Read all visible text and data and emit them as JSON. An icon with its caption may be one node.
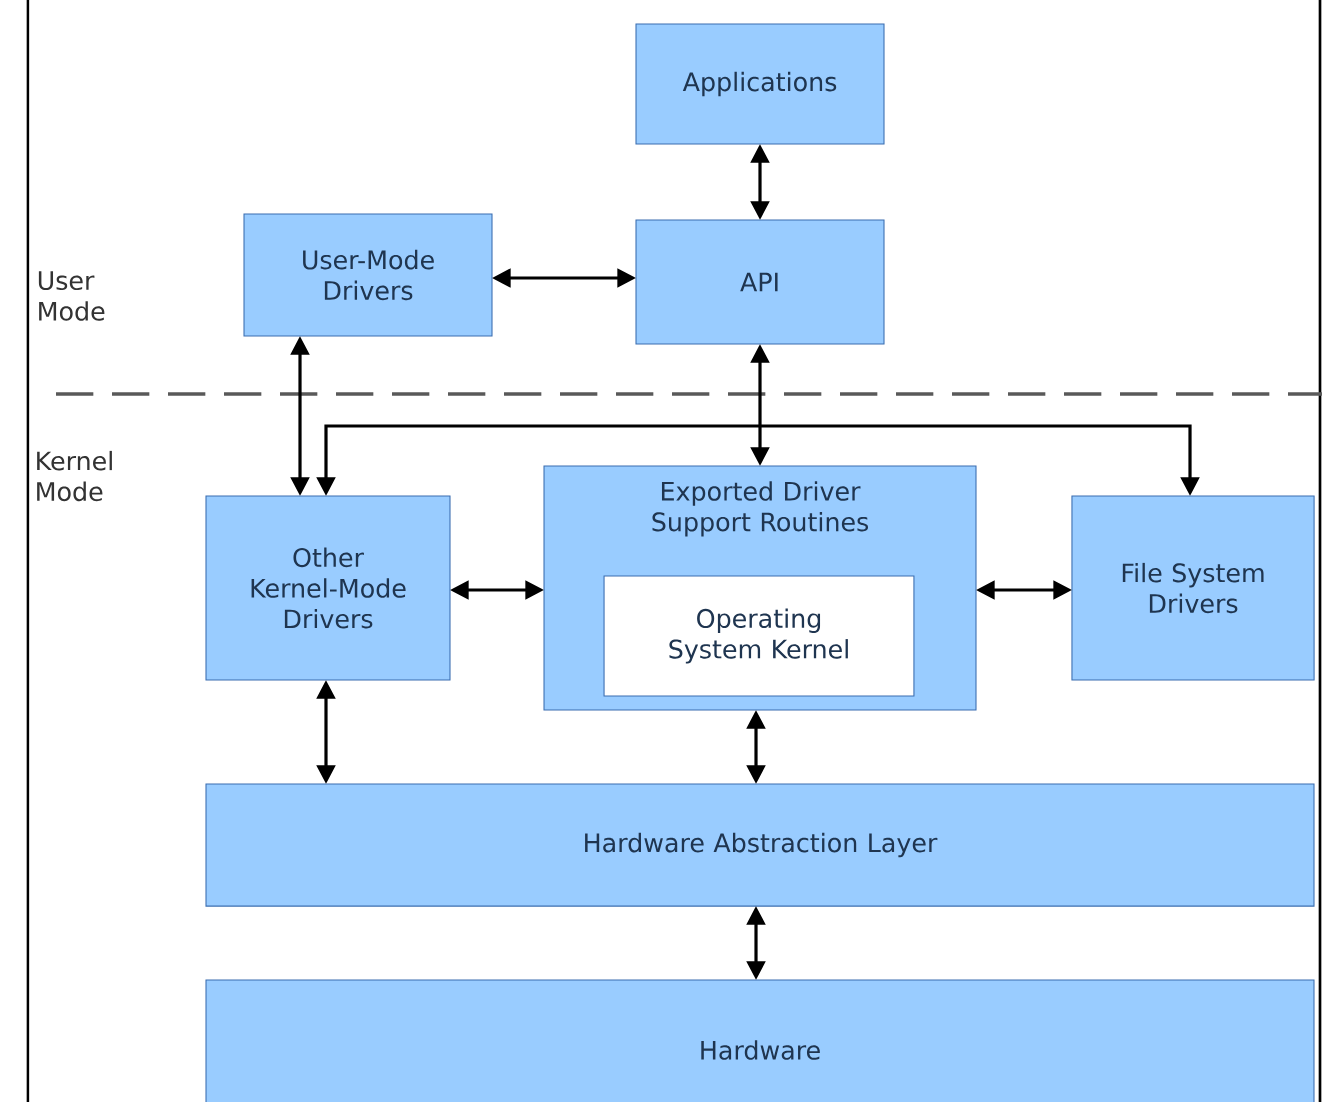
{
  "diagram": {
    "nodes": [
      {
        "text": [
          "Applications"
        ]
      },
      {
        "text": [
          "User-Mode Drivers"
        ]
      },
      {
        "text": [
          "API"
        ]
      },
      {
        "text": [
          "Other Kernel-Mode Drivers"
        ]
      },
      {
        "text": [
          "Exported Driver Support Routines"
        ]
      },
      {
        "text": [
          "Operating System Kernel"
        ],
        "in": 4
      },
      {
        "text": [
          "File System Drivers"
        ]
      },
      {
        "text": [
          "Hardware Abstraction Layer"
        ]
      },
      {
        "text": [
          "Hardware"
        ]
      }
    ],
    "edges": [
      {
        "from": 0,
        "to": 2,
        "arrow": "both"
      },
      {
        "from": 1,
        "to": 2,
        "arrow": "both"
      },
      {
        "from": 1,
        "to": 3,
        "arrow": "both"
      },
      {
        "from": 2,
        "to": 4,
        "arrow": "both"
      },
      {
        "from": 3,
        "to": 6,
        "arrow": "both"
      },
      {
        "from": 3,
        "to": 4,
        "arrow": "both"
      },
      {
        "from": 4,
        "to": 6,
        "arrow": "both"
      },
      {
        "from": 3,
        "to": 7,
        "arrow": "both"
      },
      {
        "from": 4,
        "to": 7,
        "arrow": "both"
      },
      {
        "from": 7,
        "to": 8,
        "arrow": "both"
      }
    ],
    "labels": [
      "User Mode",
      "Kernel Mode"
    ]
  }
}
